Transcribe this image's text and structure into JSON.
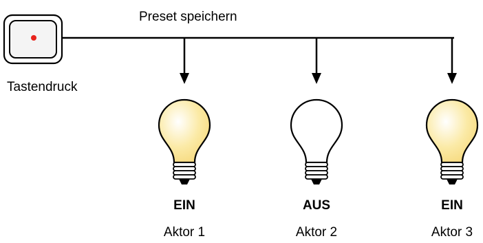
{
  "diagram": {
    "trigger": {
      "label": "Tastendruck",
      "icon": "push-button-icon",
      "led_color": "#e8231c"
    },
    "bus_label": "Preset speichern",
    "actuators": [
      {
        "name": "Aktor 1",
        "state": "EIN",
        "lamp_on": true
      },
      {
        "name": "Aktor 2",
        "state": "AUS",
        "lamp_on": false
      },
      {
        "name": "Aktor 3",
        "state": "EIN",
        "lamp_on": true
      }
    ],
    "colors": {
      "lamp_on_fill": "#fbeaa6",
      "lamp_off_fill": "#ffffff",
      "stroke": "#000000"
    }
  }
}
